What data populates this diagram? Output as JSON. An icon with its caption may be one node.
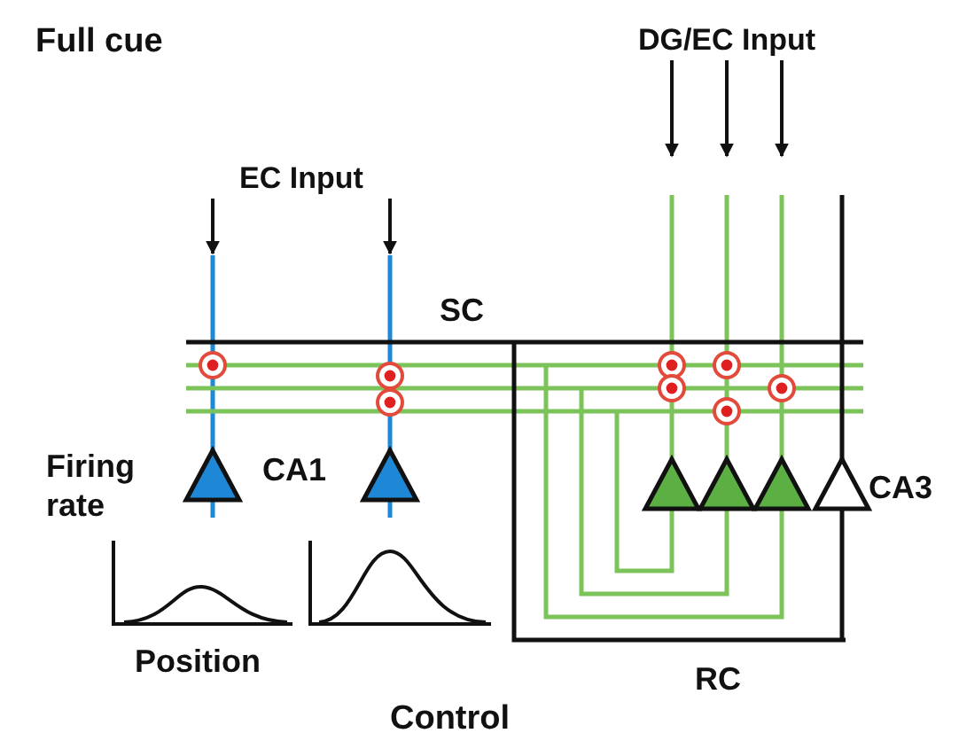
{
  "diagram": {
    "title": "Full cue",
    "caption": "Control",
    "nodes": [
      {
        "text": [
          "EC Input"
        ]
      },
      {
        "text": [
          "DG/EC Input"
        ]
      },
      {
        "text": [],
        "shape": "bar"
      },
      {
        "text": [],
        "shape": "bar"
      }
    ],
    "edges": [
      {
        "from": 0,
        "to": 2,
        "arrow": "to"
      },
      {
        "from": 0,
        "to": 3,
        "arrow": "to"
      },
      {
        "from": 1,
        "to": null,
        "arrow": "to"
      },
      {
        "from": 1,
        "to": null,
        "arrow": "to"
      },
      {
        "from": 1,
        "to": null,
        "arrow": "to"
      }
    ],
    "labels": [
      "SC",
      "Firing rate",
      "CA1",
      "CA3",
      "Position",
      "RC"
    ]
  }
}
